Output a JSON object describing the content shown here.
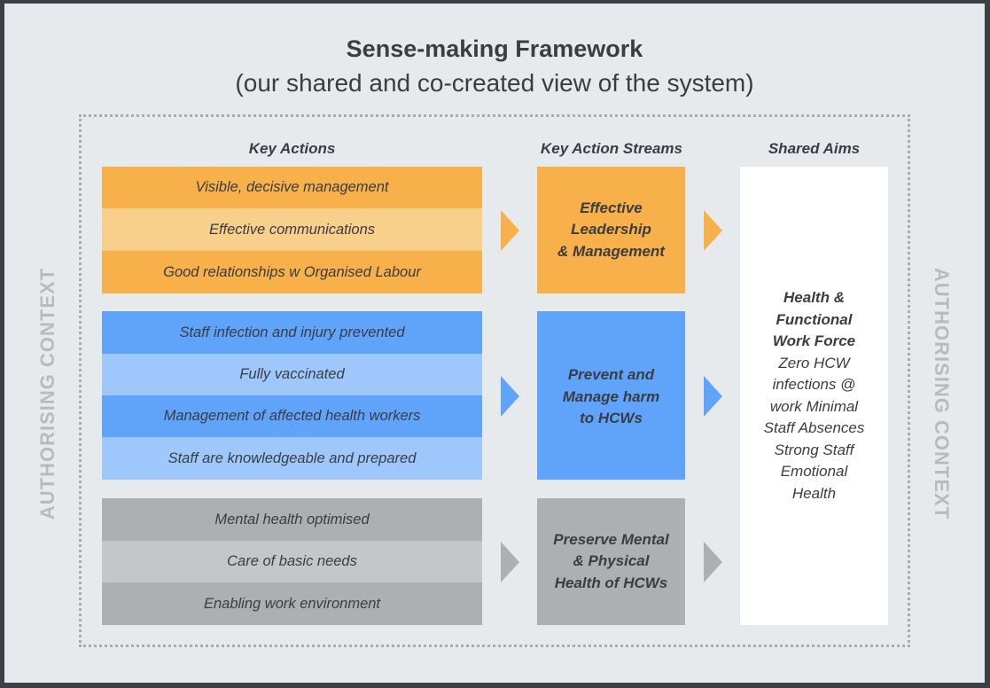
{
  "title": "Sense-making Framework",
  "subtitle": "(our shared and co-created view of the system)",
  "column_headers": {
    "key_actions": "Key Actions",
    "key_action_streams": "Key Action Streams",
    "shared_aims": "Shared Aims"
  },
  "side_label_left": "AUTHORISING CONTEXT",
  "side_label_right": "AUTHORISING CONTEXT",
  "colors": {
    "orange_dark": "#f7b04a",
    "orange_light": "#f9cf8c",
    "blue_dark": "#5fa3fb",
    "blue_light": "#9ec8fc",
    "gray_dark": "#adb0b1",
    "gray_light": "#c4c6c7"
  },
  "groups": [
    {
      "stream": [
        "Effective",
        "Leadership",
        "& Management"
      ],
      "actions": [
        "Visible, decisive management",
        "Effective communications",
        "Good relationships w Organised Labour"
      ]
    },
    {
      "stream": [
        "Prevent and",
        "Manage harm",
        "to HCWs"
      ],
      "actions": [
        "Staff infection and injury prevented",
        "Fully vaccinated",
        "Management of affected health workers",
        "Staff are knowledgeable and prepared"
      ]
    },
    {
      "stream": [
        "Preserve Mental",
        "& Physical",
        "Health of HCWs"
      ],
      "actions": [
        "Mental health optimised",
        "Care of basic needs",
        "Enabling work environment"
      ]
    }
  ],
  "shared_aims": {
    "heading": [
      "Health &",
      "Functional",
      "Work Force"
    ],
    "body": [
      "Zero HCW",
      "infections @",
      "work Minimal",
      "Staff Absences",
      "Strong Staff",
      "Emotional",
      "Health"
    ]
  }
}
